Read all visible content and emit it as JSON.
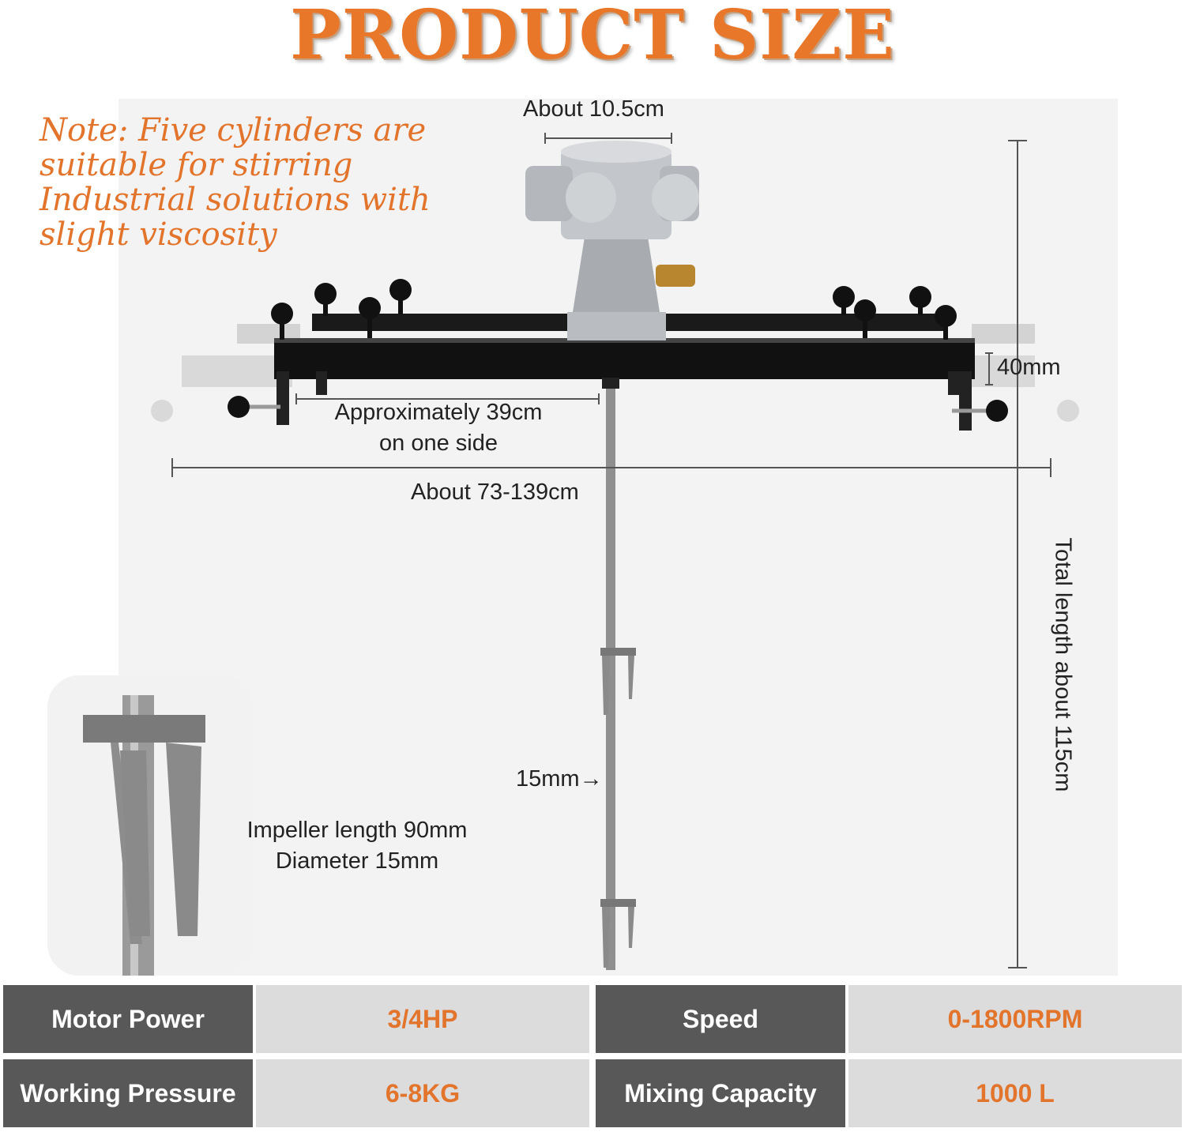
{
  "title": "PRODUCT SIZE",
  "note": "Note: Five cylinders are suitable for stirring Industrial solutions with slight viscosity",
  "dimensions": {
    "top_width": "About 10.5cm",
    "beam_height": "40mm",
    "one_side_line1": "Approximately 39cm",
    "one_side_line2": "on one side",
    "total_width": "About 73-139cm",
    "shaft": "15mm→",
    "impeller_line1": "Impeller length 90mm",
    "impeller_line2": "Diameter 15mm",
    "total_length": "Total length about 115cm"
  },
  "specs": [
    {
      "label": "Motor Power",
      "value": "3/4HP"
    },
    {
      "label": "Speed",
      "value": "0-1800RPM"
    },
    {
      "label": "Working Pressure",
      "value": "6-8KG"
    },
    {
      "label": "Mixing Capacity",
      "value": "1000 L"
    }
  ],
  "colors": {
    "accent": "#e2742c",
    "label_bg": "#585858",
    "value_bg": "#dcdcdc"
  }
}
